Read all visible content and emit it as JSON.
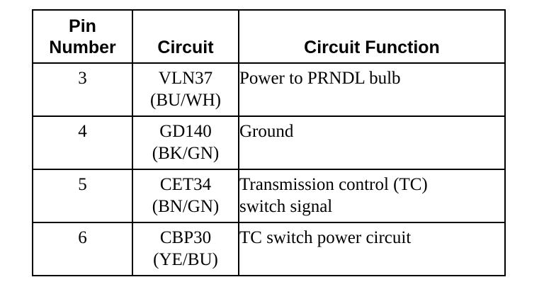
{
  "table": {
    "headers": {
      "pin_line1": "Pin",
      "pin_line2": "Number",
      "circuit": "Circuit",
      "function": "Circuit Function"
    },
    "rows": [
      {
        "pin": "3",
        "circuit": "VLN37",
        "color": "(BU/WH)",
        "function_line1": "Power to PRNDL bulb",
        "function_line2": ""
      },
      {
        "pin": "4",
        "circuit": "GD140",
        "color": "(BK/GN)",
        "function_line1": "Ground",
        "function_line2": ""
      },
      {
        "pin": "5",
        "circuit": "CET34",
        "color": "(BN/GN)",
        "function_line1": "Transmission control (TC)",
        "function_line2": "switch signal"
      },
      {
        "pin": "6",
        "circuit": "CBP30",
        "color": "(YE/BU)",
        "function_line1": "TC switch power circuit",
        "function_line2": ""
      }
    ]
  }
}
